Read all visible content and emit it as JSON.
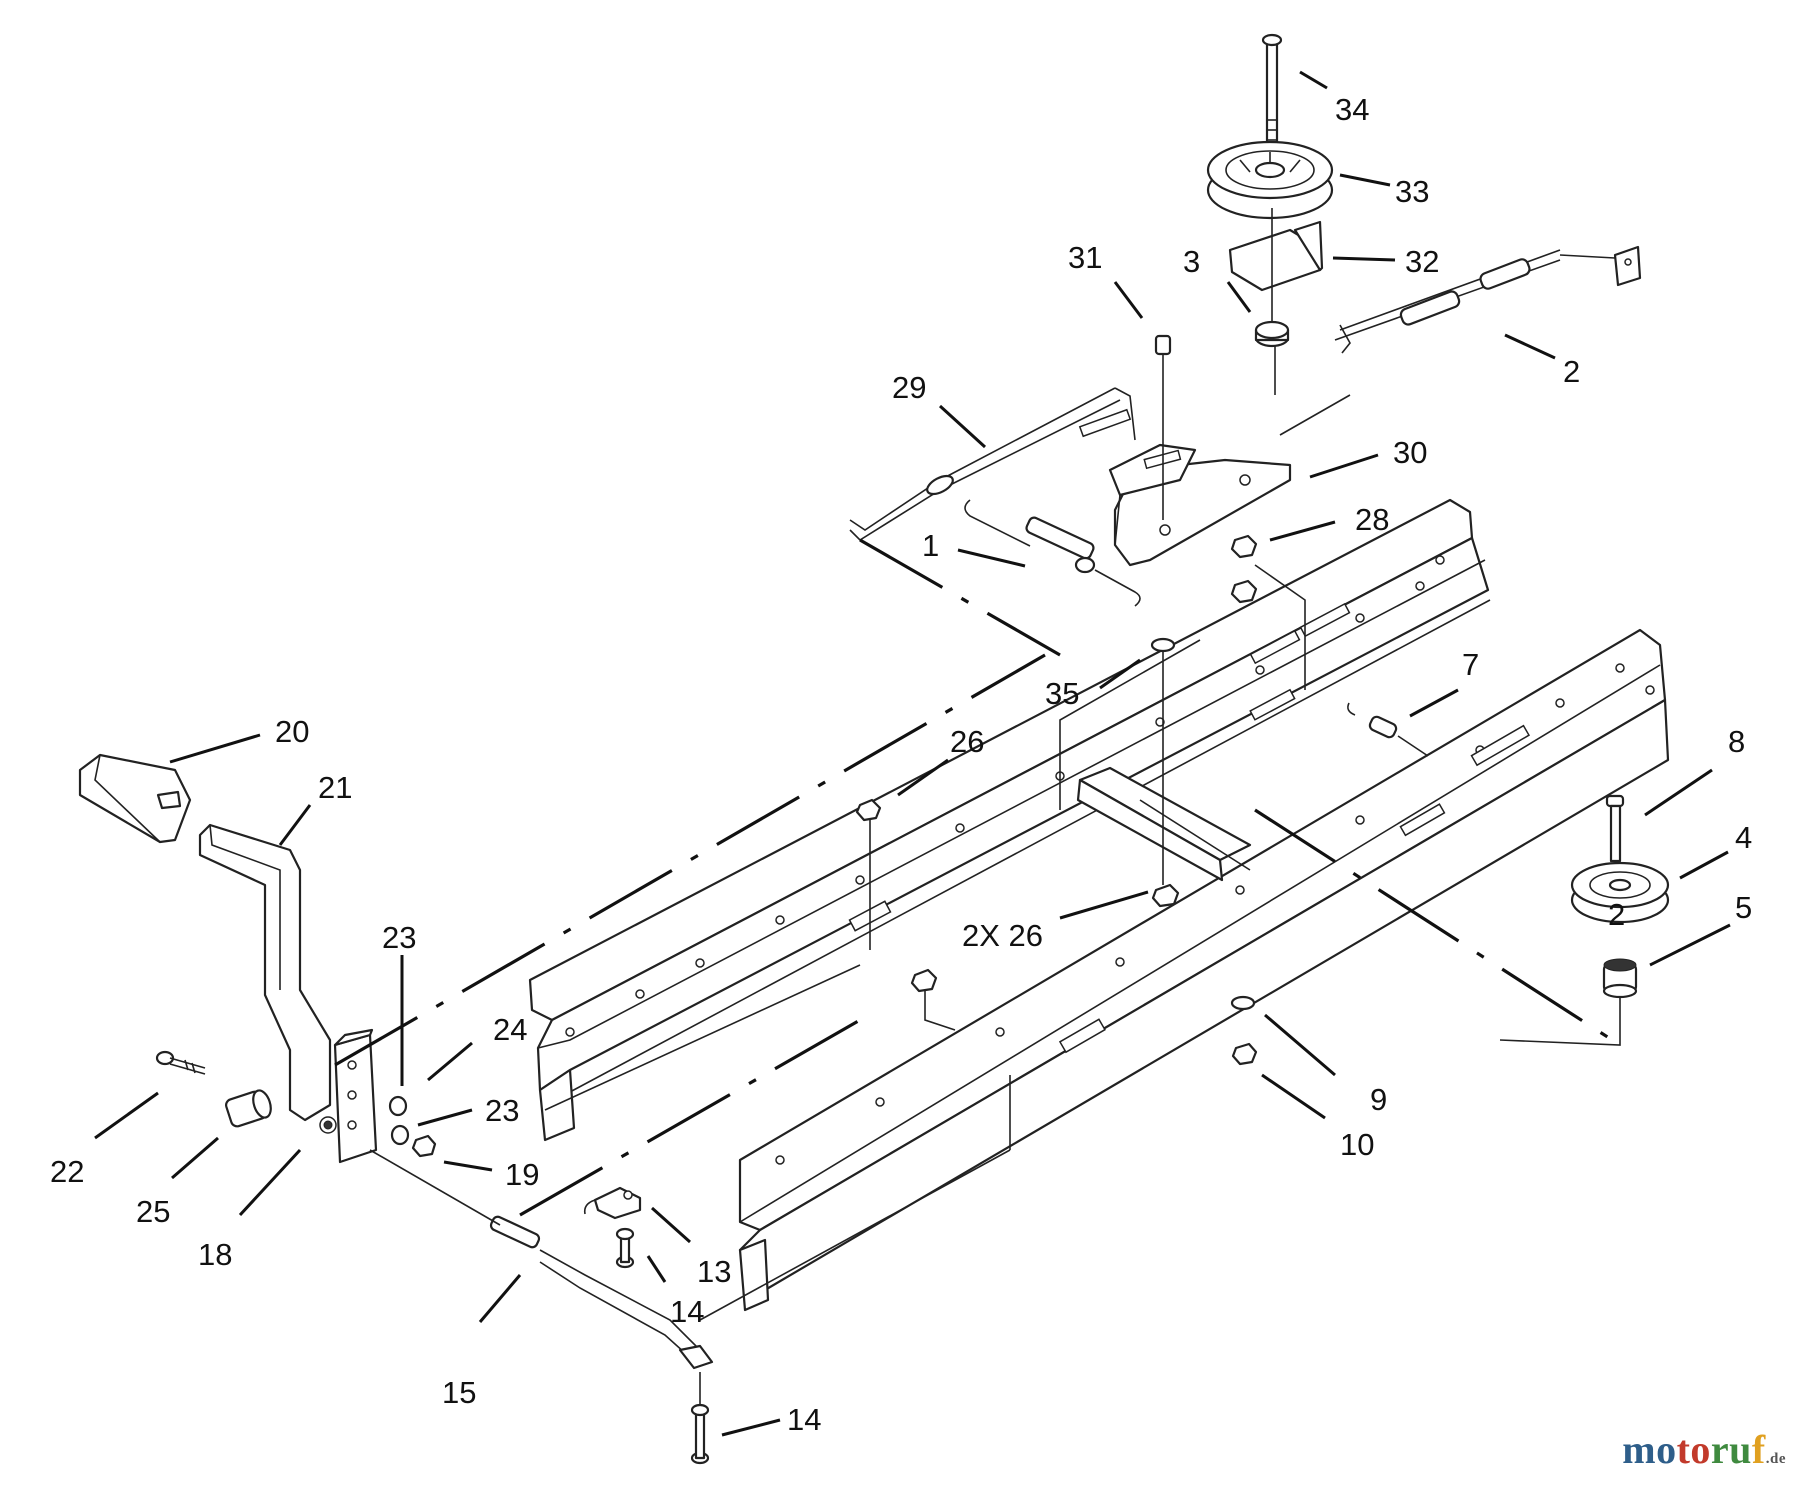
{
  "labels": {
    "l34": "34",
    "l33": "33",
    "l32": "32",
    "l31": "31",
    "l3": "3",
    "l2": "2",
    "l29": "29",
    "l30": "30",
    "l1": "1",
    "l28": "28",
    "l35": "35",
    "l7": "7",
    "l20": "20",
    "l21": "21",
    "l26": "26",
    "l8": "8",
    "l4": "4",
    "l5": "5",
    "l2x26": "2X 26",
    "l23a": "23",
    "l24": "24",
    "l23b": "23",
    "l19": "19",
    "l22": "22",
    "l25": "25",
    "l18": "18",
    "l13": "13",
    "l14a": "14",
    "l15": "15",
    "l14b": "14",
    "l9": "9",
    "l10": "10",
    "l2b": "2"
  },
  "watermark": {
    "part1": "mo",
    "part2": "to",
    "part3": "ru",
    "part4": "f",
    "tld": ".de"
  },
  "colors": {
    "line": "#111111",
    "background": "#ffffff"
  }
}
